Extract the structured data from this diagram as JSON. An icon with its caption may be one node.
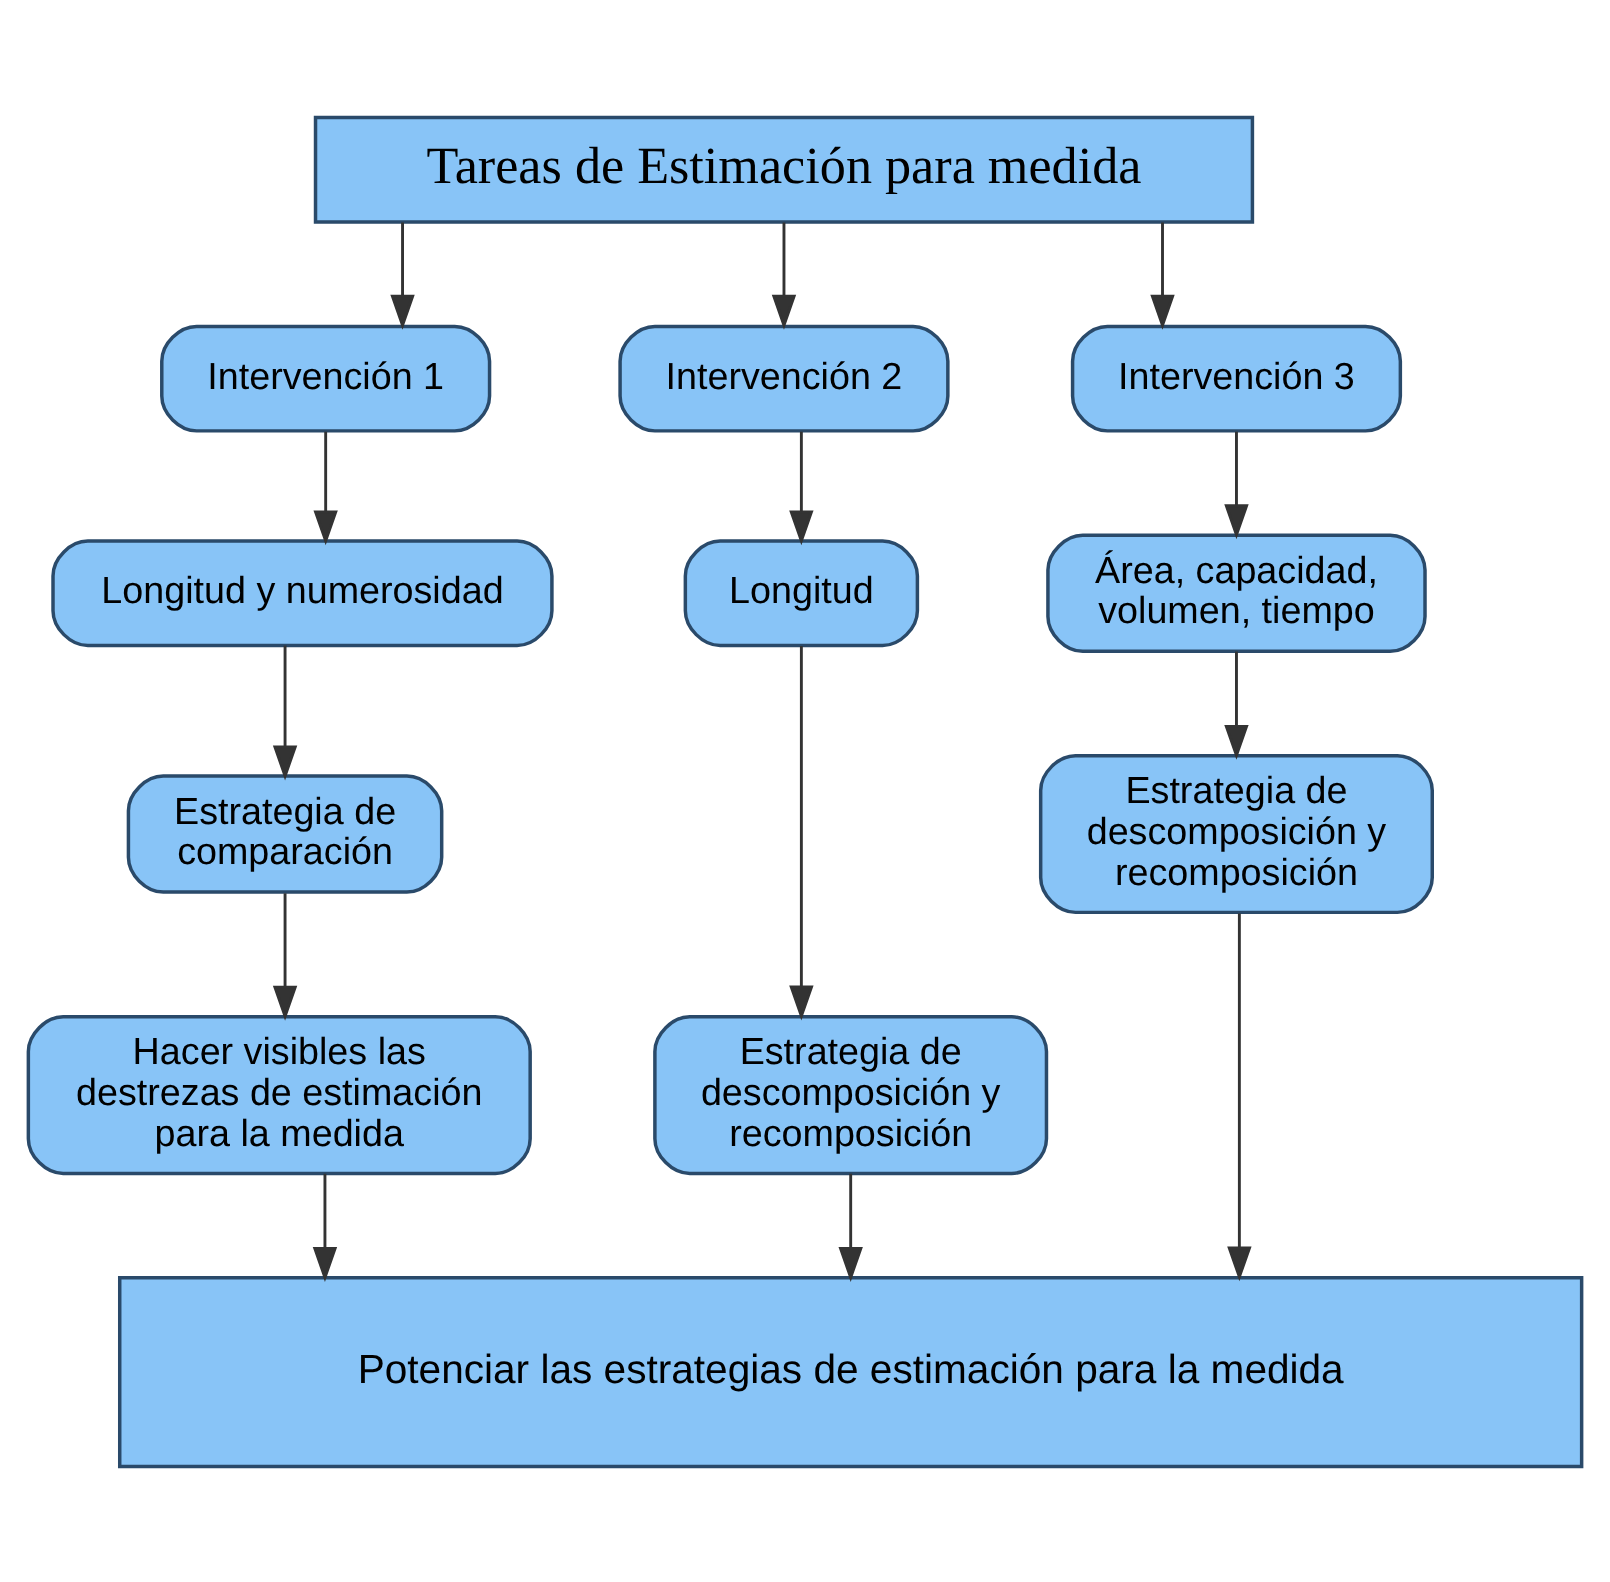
{
  "diagram": {
    "nodes": [
      {
        "text": [
          "Tareas de Estimación para medida"
        ]
      },
      {
        "text": [
          "Intervención 1"
        ]
      },
      {
        "text": [
          "Intervención 2"
        ]
      },
      {
        "text": [
          "Intervención 3"
        ]
      },
      {
        "text": [
          "Longitud y numerosidad"
        ]
      },
      {
        "text": [
          "Longitud"
        ]
      },
      {
        "text": [
          "Área, capacidad, volumen, tiempo"
        ]
      },
      {
        "text": [
          "Estrategia de comparación"
        ]
      },
      {
        "text": [
          "Estrategia de descomposición y recomposición"
        ]
      },
      {
        "text": [
          "Estrategia de descomposición y recomposición"
        ]
      },
      {
        "text": [
          "Hacer visibles las destrezas de estimación para la medida"
        ]
      },
      {
        "text": [
          "Potenciar las estrategias de estimación para la medida"
        ]
      }
    ],
    "edges": [
      {
        "from": 0,
        "to": 1,
        "arrow": "to"
      },
      {
        "from": 0,
        "to": 2,
        "arrow": "to"
      },
      {
        "from": 0,
        "to": 3,
        "arrow": "to"
      },
      {
        "from": 1,
        "to": 4,
        "arrow": "to"
      },
      {
        "from": 2,
        "to": 5,
        "arrow": "to"
      },
      {
        "from": 3,
        "to": 6,
        "arrow": "to"
      },
      {
        "from": 4,
        "to": 7,
        "arrow": "to"
      },
      {
        "from": 5,
        "to": 8,
        "arrow": "to"
      },
      {
        "from": 6,
        "to": 9,
        "arrow": "to"
      },
      {
        "from": 7,
        "to": 10,
        "arrow": "to"
      },
      {
        "from": 10,
        "to": 11,
        "arrow": "to"
      },
      {
        "from": 8,
        "to": 11,
        "arrow": "to"
      },
      {
        "from": 9,
        "to": 11,
        "arrow": "to"
      }
    ]
  }
}
